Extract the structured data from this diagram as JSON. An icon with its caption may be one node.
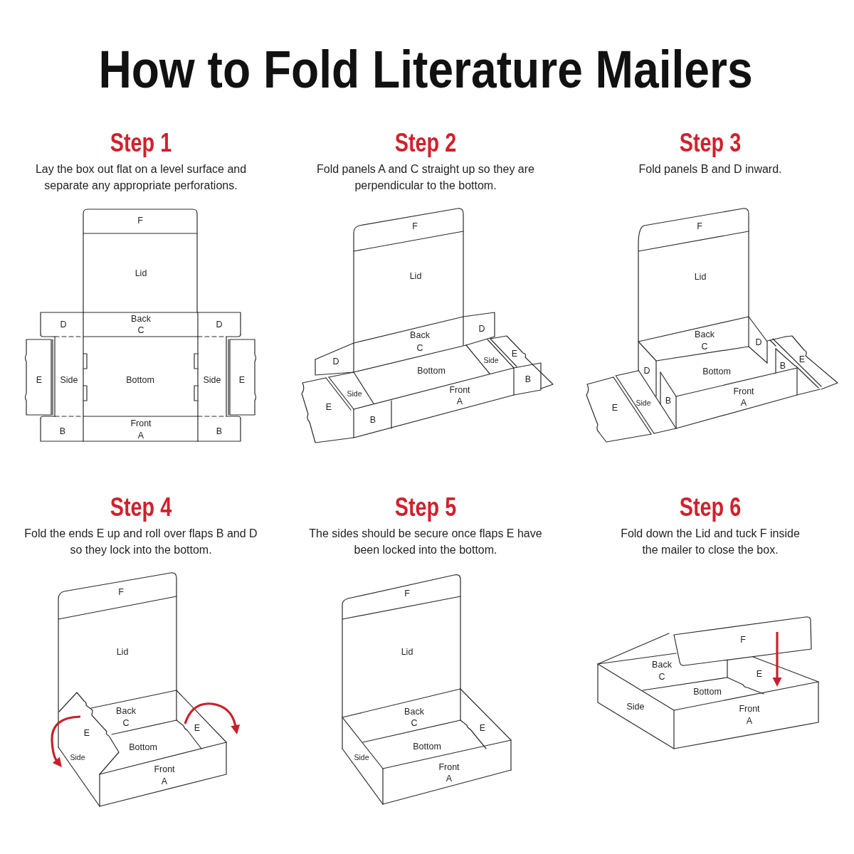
{
  "diagram": {
    "title": "How to Fold Literature Mailers",
    "labels": [
      "Step 1",
      "Lay the box out flat on a level surface and separate any appropriate perforations.",
      "Step 2",
      "Fold panels A and C straight up so they are perpendicular to the bottom.",
      "Step 3",
      "Fold panels B and D inward.",
      "F",
      "Lid",
      "D",
      "Back",
      "C",
      "D",
      "E",
      "Side",
      "Bottom",
      "Side",
      "E",
      "B",
      "Front",
      "A",
      "B",
      "F",
      "Lid",
      "Back",
      "C",
      "D",
      "D",
      "E",
      "Side",
      "Bottom",
      "B",
      "Side",
      "Front",
      "A",
      "E",
      "B",
      "F",
      "Lid",
      "Back",
      "C",
      "D",
      "E",
      "B",
      "D",
      "Bottom",
      "Front",
      "Side",
      "B",
      "A",
      "E",
      "Step 4",
      "Fold the ends E up and roll over flaps B and D so they lock into the bottom.",
      "Step 5",
      "The sides should be secure once flaps E have been locked into the bottom.",
      "Step 6",
      "Fold down the Lid and tuck F inside the mailer to close the box.",
      "F",
      "Lid",
      "Back",
      "C",
      "E",
      "E",
      "Bottom",
      "Side",
      "Front",
      "A",
      "F",
      "Lid",
      "Back",
      "C",
      "E",
      "Bottom",
      "Side",
      "Front",
      "A",
      "F",
      "Back",
      "C",
      "E",
      "Bottom",
      "Side",
      "Front",
      "A"
    ]
  }
}
